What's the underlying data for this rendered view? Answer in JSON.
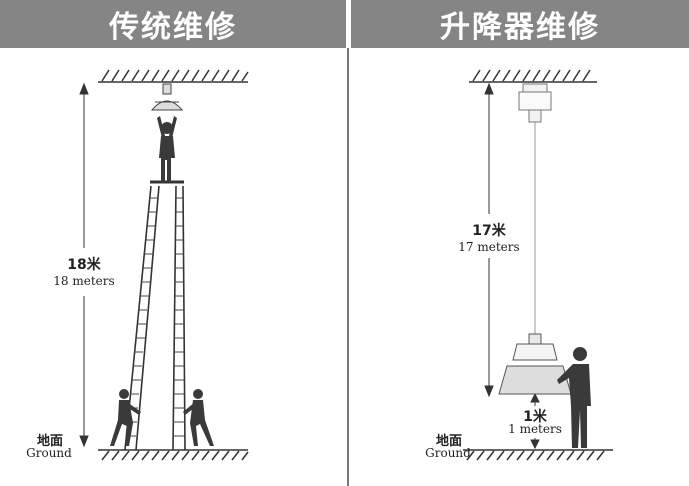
{
  "left_panel": {
    "title": "传统维修",
    "height_cn": "18米",
    "height_en": "18 meters",
    "ground_cn": "地面",
    "ground_en": "Ground"
  },
  "right_panel": {
    "title": "升降器维修",
    "height_cn": "17米",
    "height_en": "17 meters",
    "lower_cn": "1米",
    "lower_en": "1 meters",
    "ground_cn": "地面",
    "ground_en": "Ground"
  }
}
